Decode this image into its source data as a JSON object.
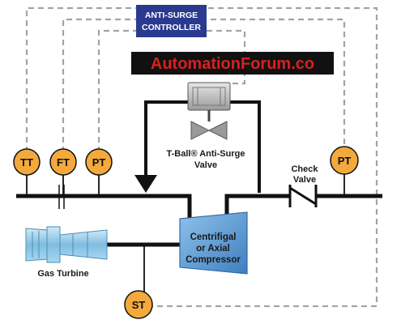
{
  "controller": {
    "line1": "ANTI-SURGE",
    "line2": "CONTROLLER",
    "color": "#2a3a8f"
  },
  "watermark": {
    "text": "AutomationForum.co",
    "bg": "#111111",
    "color": "#d8201f"
  },
  "instruments": {
    "tt": "TT",
    "ft": "FT",
    "pt_suction": "PT",
    "pt_discharge": "PT",
    "st": "ST",
    "bubble_color": "#f3a93c"
  },
  "valve": {
    "label_line1": "T-Ball® Anti-Surge",
    "label_line2": "Valve"
  },
  "check_valve": {
    "label_line1": "Check",
    "label_line2": "Valve"
  },
  "compressor": {
    "line1": "Centrifigal",
    "line2": "or Axial",
    "line3": "Compressor",
    "color": "#5b9bd5"
  },
  "turbine": {
    "label": "Gas Turbine",
    "color": "#8ec6e6"
  }
}
